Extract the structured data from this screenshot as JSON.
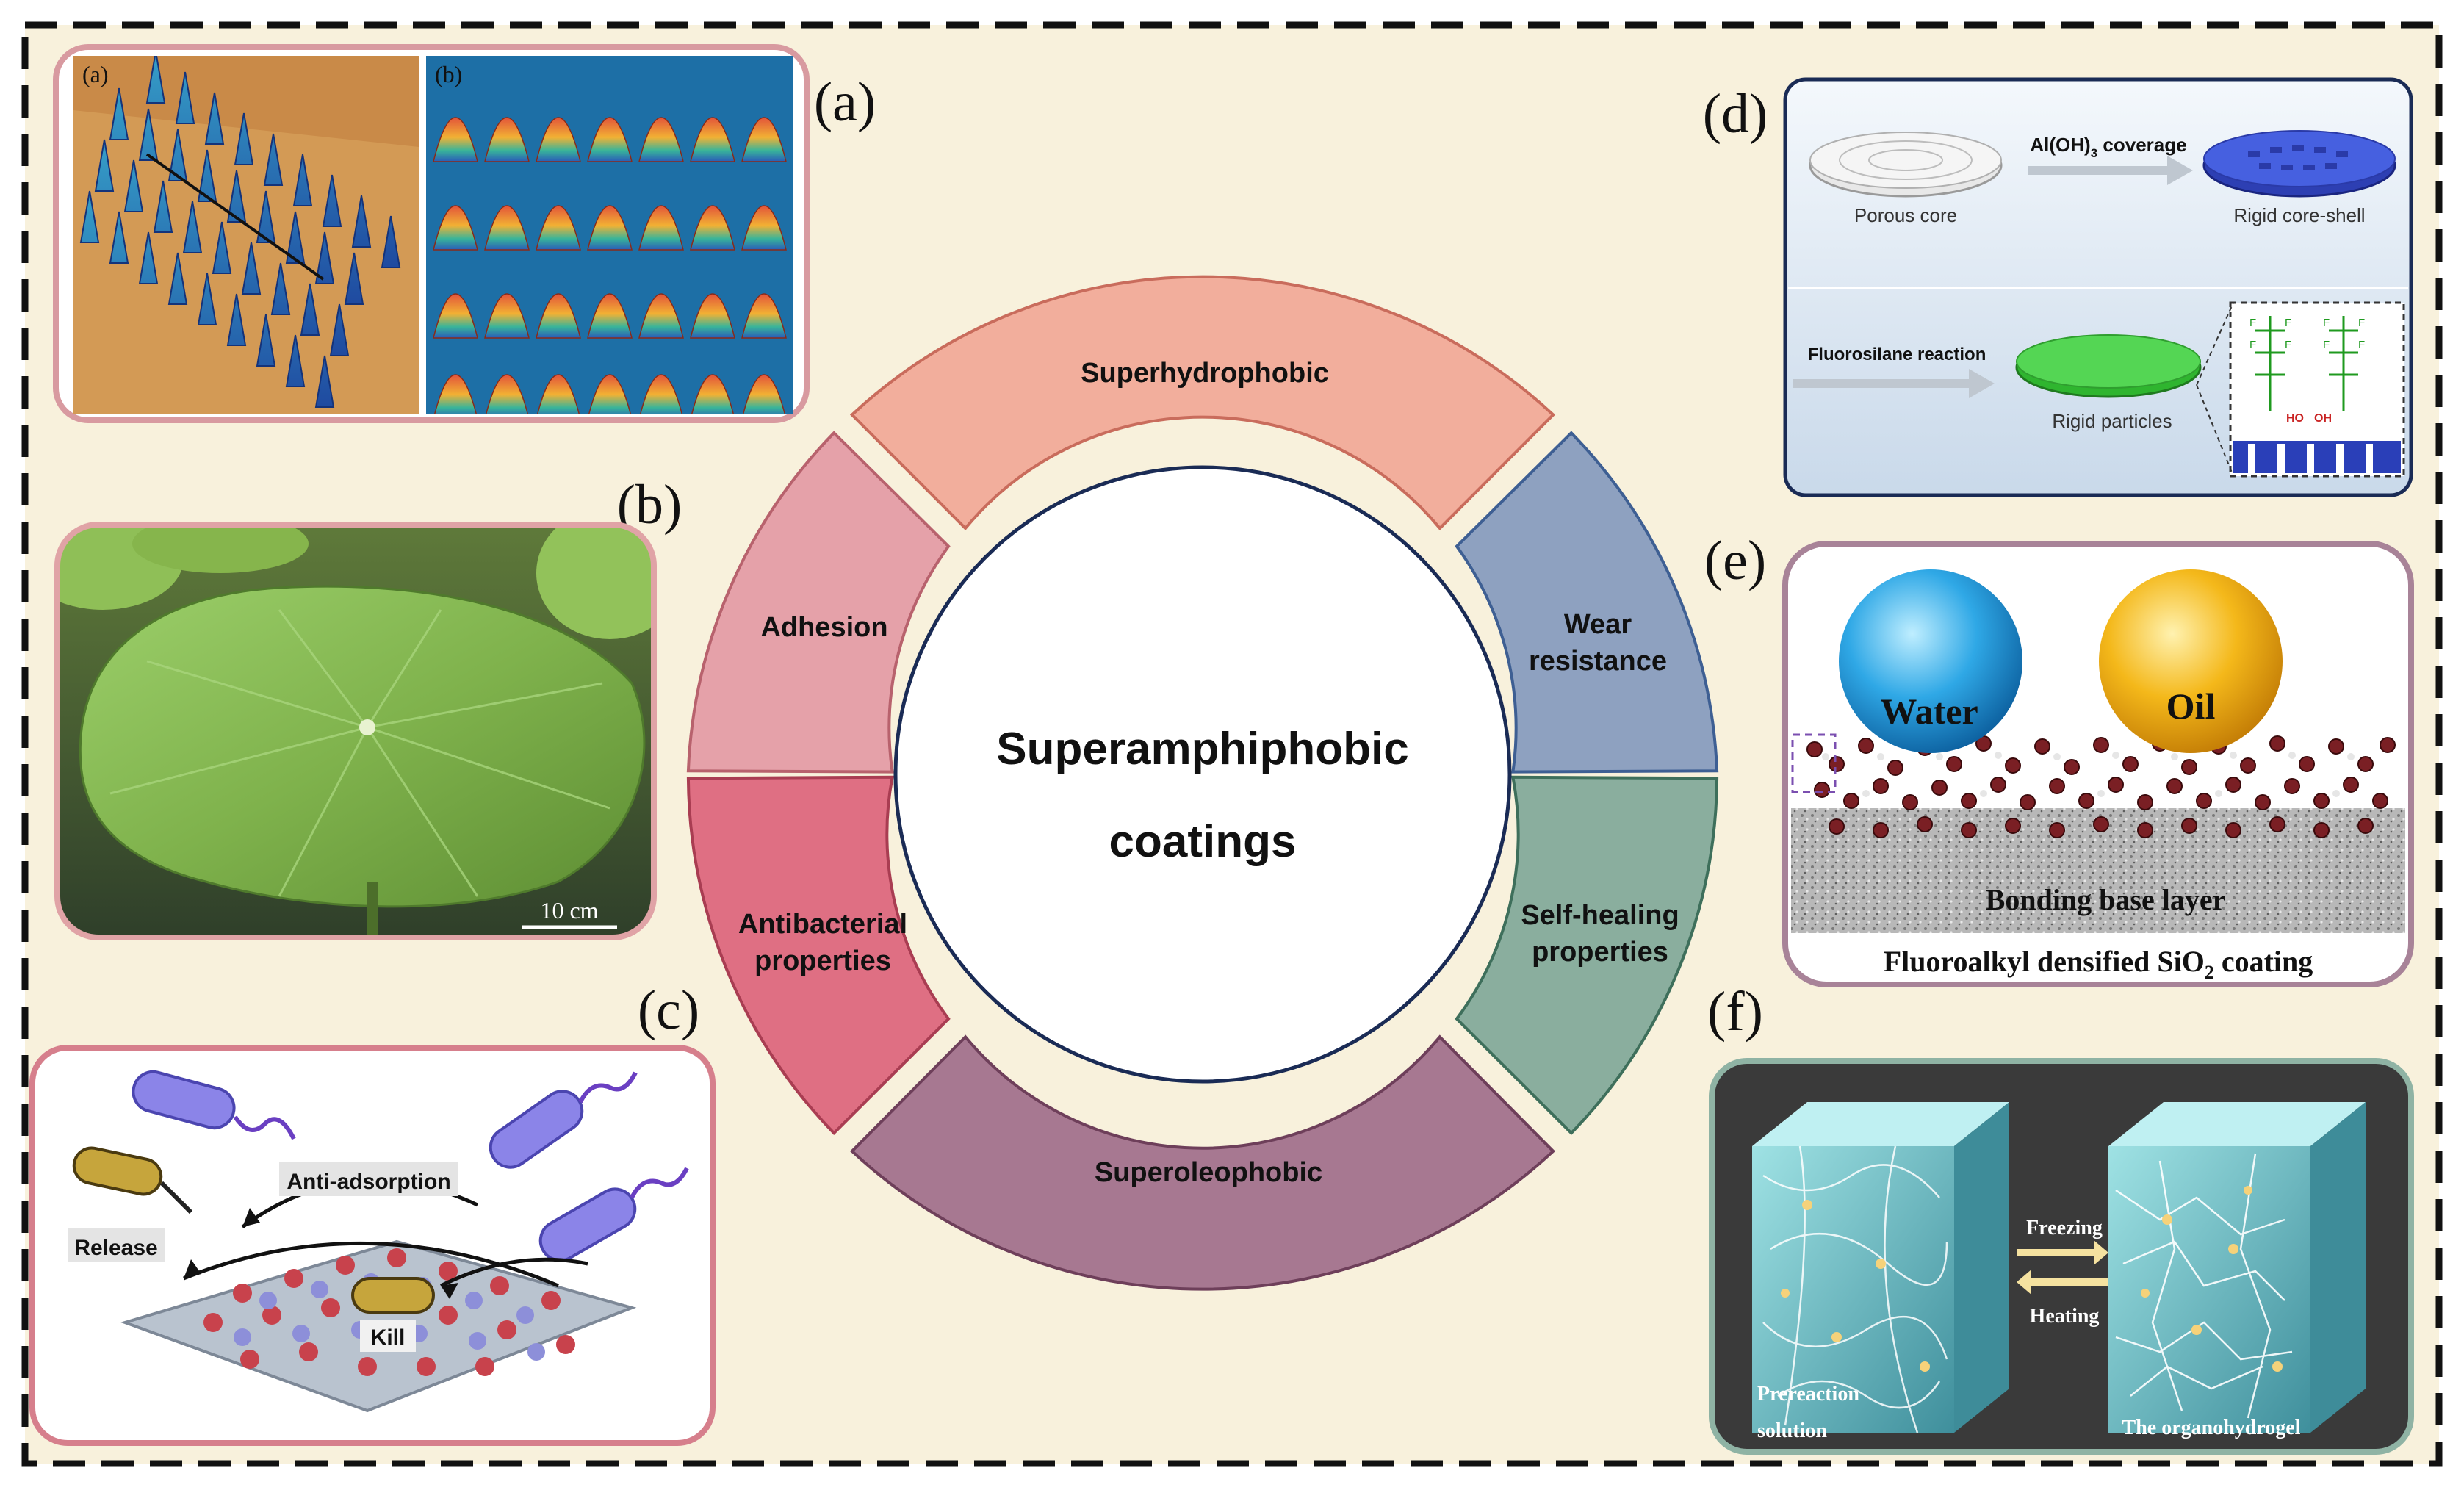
{
  "center": {
    "line1": "Superamphiphobic",
    "line2": "coatings"
  },
  "ring": {
    "superhydrophobic": "Superhydrophobic",
    "wear_line1": "Wear",
    "wear_line2": "resistance",
    "selfheal_line1": "Self-healing",
    "selfheal_line2": "properties",
    "superoleophobic": "Superoleophobic",
    "antibac_line1": "Antibacterial",
    "antibac_line2": "properties",
    "adhesion": "Adhesion"
  },
  "panel_labels": {
    "a": "(a)",
    "b": "(b)",
    "c": "(c)",
    "d": "(d)",
    "e": "(e)",
    "f": "(f)"
  },
  "panel_a": {
    "sub_a": "(a)",
    "sub_b": "(b)"
  },
  "panel_b": {
    "scale": "10 cm"
  },
  "panel_c": {
    "anti_adsorption": "Anti-adsorption",
    "release": "Release",
    "kill": "Kill"
  },
  "panel_d": {
    "coverage": "Al(OH)",
    "coverage_sub": "3",
    "coverage_rest": " coverage",
    "porous_core": "Porous core",
    "rigid_core_shell": "Rigid core-shell",
    "fluorosilane": "Fluorosilane reaction",
    "rigid_particles": "Rigid particles"
  },
  "panel_e": {
    "water": "Water",
    "oil": "Oil",
    "bonding": "Bonding base layer",
    "caption_pre": "Fluoroalkyl densified SiO",
    "caption_sub": "2",
    "caption_post": " coating"
  },
  "panel_f": {
    "freezing": "Freezing",
    "heating": "Heating",
    "prereaction_line1": "Prereaction",
    "prereaction_line2": "solution",
    "organohydrogel": "The organohydrogel"
  },
  "colors": {
    "background": "#f8f1dc",
    "superhydrophobic": "#f2ae9c",
    "wear": "#8ea1c0",
    "selfheal": "#8aae9e",
    "superoleophobic": "#a77891",
    "antibac": "#df6f83",
    "adhesion": "#e5a1a9"
  }
}
